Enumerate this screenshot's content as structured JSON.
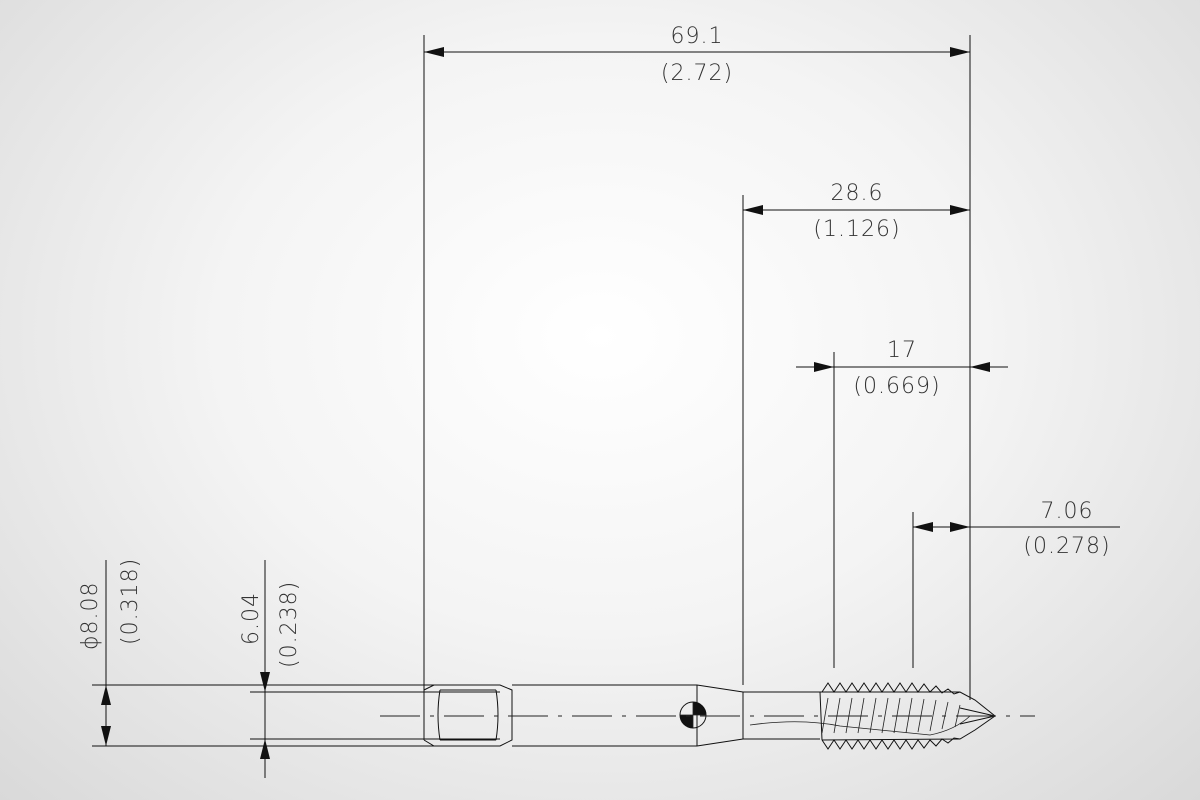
{
  "dimensions": {
    "overall_length": {
      "mm": "69.1",
      "inch": "(2.72)"
    },
    "thread_section": {
      "mm": "28.6",
      "inch": "(1.126)"
    },
    "thread_length": {
      "mm": "17",
      "inch": "(0.669)"
    },
    "chamfer_length": {
      "mm": "7.06",
      "inch": "(0.278)"
    },
    "shank_diameter": {
      "mm": "ϕ8.08",
      "inch": "(0.318)"
    },
    "square_size": {
      "mm": "6.04",
      "inch": "(0.238)"
    }
  },
  "colors": {
    "line": "#111111",
    "text": "#333333",
    "background": "#f4f4f4"
  }
}
